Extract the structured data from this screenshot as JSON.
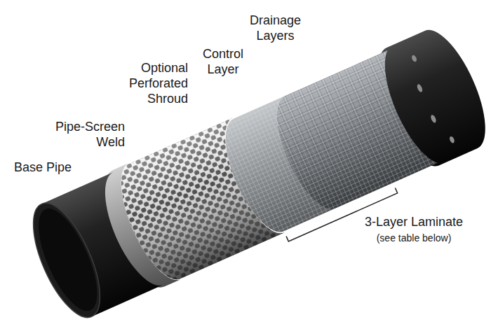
{
  "diagram": {
    "labels": [
      "Drainage Layers",
      "Control Layer",
      "Optional Perforated Shroud",
      "Pipe-Screen Weld",
      "Base Pipe",
      "3-Layer Laminate",
      "(see table below)"
    ]
  }
}
